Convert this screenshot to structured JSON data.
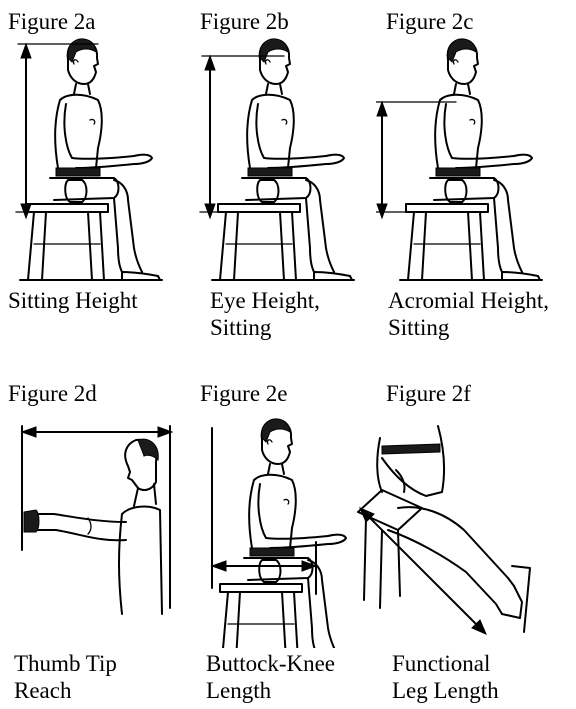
{
  "figures": [
    {
      "id": "2a",
      "title": "Figure 2a",
      "caption": [
        "Sitting Height"
      ]
    },
    {
      "id": "2b",
      "title": "Figure 2b",
      "caption": [
        "Eye Height,",
        "Sitting"
      ]
    },
    {
      "id": "2c",
      "title": "Figure 2c",
      "caption": [
        "Acromial Height,",
        "Sitting"
      ]
    },
    {
      "id": "2d",
      "title": "Figure 2d",
      "caption": [
        "Thumb Tip",
        "Reach"
      ]
    },
    {
      "id": "2e",
      "title": "Figure 2e",
      "caption": [
        "Buttock-Knee",
        "Length"
      ]
    },
    {
      "id": "2f",
      "title": "Figure 2f",
      "caption": [
        "Functional",
        "Leg Length"
      ]
    }
  ]
}
